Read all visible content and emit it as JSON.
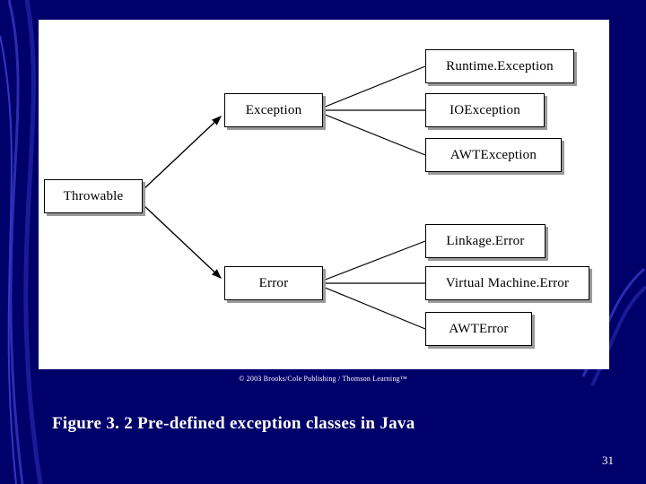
{
  "slide": {
    "background_color": "#00006b",
    "text_color": "#ffffff",
    "copyright": "© 2003 Brooks/Cole Publishing / Thomson Learning™",
    "figure_caption": "Figure 3. 2  Pre-defined exception classes in Java",
    "page_number": "31"
  },
  "diagram": {
    "type": "hierarchy-tree",
    "panel_background": "#ffffff",
    "node_border_color": "#000000",
    "nodes": [
      {
        "id": "throwable",
        "label": "Throwable",
        "level": 0
      },
      {
        "id": "exception",
        "label": "Exception",
        "level": 1
      },
      {
        "id": "error",
        "label": "Error",
        "level": 1
      },
      {
        "id": "runtimeexception",
        "label": "Runtime.Exception",
        "level": 2
      },
      {
        "id": "ioexception",
        "label": "IOException",
        "level": 2
      },
      {
        "id": "awtexception",
        "label": "AWTException",
        "level": 2
      },
      {
        "id": "linkageerror",
        "label": "Linkage.Error",
        "level": 2
      },
      {
        "id": "virtualmachineerror",
        "label": "Virtual Machine.Error",
        "level": 2
      },
      {
        "id": "awterror",
        "label": "AWTError",
        "level": 2
      }
    ],
    "edges": [
      {
        "from": "throwable",
        "to": "exception",
        "arrow": true
      },
      {
        "from": "throwable",
        "to": "error",
        "arrow": true
      },
      {
        "from": "exception",
        "to": "runtimeexception",
        "arrow": false
      },
      {
        "from": "exception",
        "to": "ioexception",
        "arrow": false
      },
      {
        "from": "exception",
        "to": "awtexception",
        "arrow": false
      },
      {
        "from": "error",
        "to": "linkageerror",
        "arrow": false
      },
      {
        "from": "error",
        "to": "virtualmachineerror",
        "arrow": false
      },
      {
        "from": "error",
        "to": "awterror",
        "arrow": false
      }
    ]
  }
}
